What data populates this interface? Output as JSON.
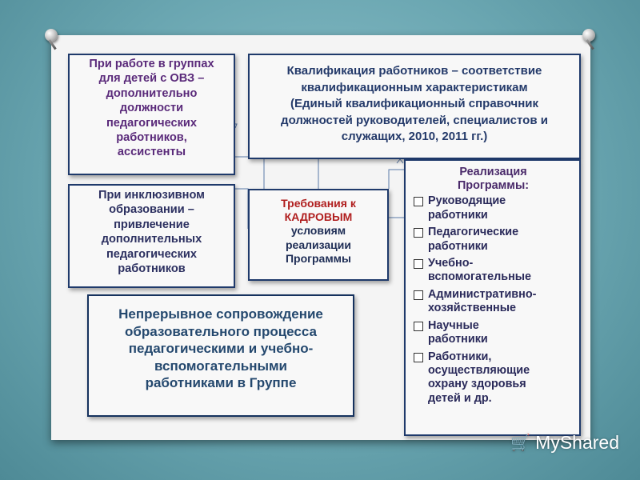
{
  "boxes": {
    "ovz": [
      "При работе в группах",
      "для детей с ОВЗ –",
      "дополнительно",
      "должности",
      "педагогических",
      "работников,",
      "ассистенты"
    ],
    "inclusive": [
      "При инклюзивном",
      "образовании –",
      "привлечение",
      "дополнительных",
      "педагогических",
      "работников"
    ],
    "qualification": [
      "Квалификация работников – соответствие",
      "квалификационным характеристикам",
      "(Единый квалификационный справочник",
      "должностей руководителей, специалистов и",
      "служащих, 2010, 2011 гг.)"
    ],
    "requirements": {
      "line1": "Требования к",
      "line2": "КАДРОВЫМ",
      "line3": "условиям",
      "line4": "реализации",
      "line5": "Программы"
    },
    "continuous": [
      "Непрерывное сопровождение",
      "образовательного процесса",
      "педагогическими и учебно-",
      "вспомогательными",
      "работниками в Группе"
    ],
    "implementation": {
      "title_line1": "Реализация",
      "title_line2": "Программы:",
      "items": [
        [
          "Руководящие",
          "работники"
        ],
        [
          "Педагогические",
          "работники"
        ],
        [
          "Учебно-",
          "вспомогательные"
        ],
        [
          "Административно-",
          "хозяйственные"
        ],
        [
          "Научные",
          "работники"
        ],
        [
          "Работники,",
          "осуществляющие",
          "охрану здоровья",
          "детей и др."
        ]
      ]
    }
  },
  "watermark": "MyShared",
  "colors": {
    "background": "#6aa6b1",
    "board": "#f4f4f4",
    "border": "#1f3a6b",
    "accent_red": "#b01e1e"
  }
}
